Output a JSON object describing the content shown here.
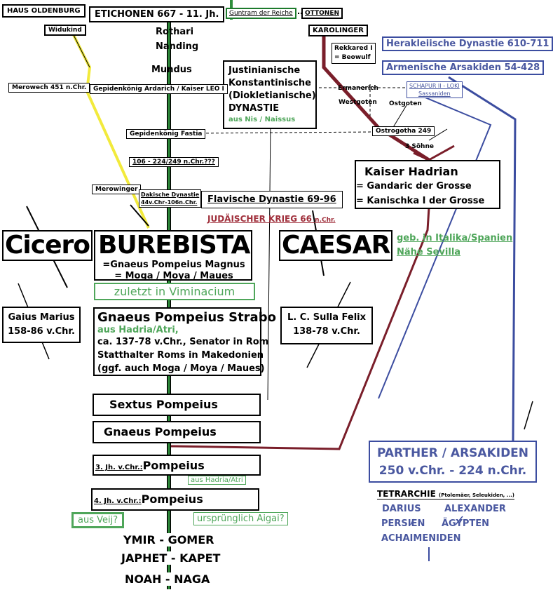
{
  "nodes": {
    "haus_oldenburg": "HAUS OLDENBURG",
    "etichonen": "ETICHONEN 667 - 11. Jh.",
    "guntram": "Guntram der Reiche",
    "ottonen": "OTTONEN",
    "widukind": "Widukind",
    "rothari": "Rothari",
    "nanding": "Nanding",
    "mundus": "Mundus",
    "karolinger": "KAROLINGER",
    "herakleiische": "Herakleiische Dynastie 610-711",
    "rekkared": "Rekkared I",
    "beowulf": "= Beowulf",
    "armenische": "Armenische Arsakiden 54-428",
    "justinianische_1": "Justinianische",
    "justinianische_2": "Konstantinische",
    "justinianische_3": "(Diokletianische)",
    "justinianische_4": "DYNASTIE",
    "aus_nis": "aus Nis / Naissus",
    "merowech": "Merowech 451 n.Chr.",
    "gepidenkoenig_ardarich": "Gepidenkönig Ardarich / Kaiser LEO I",
    "ermanerich": "Ermanerich",
    "westgoten": "Westgoten",
    "ostgoten": "Ostgoten",
    "schapur": "SCHAPUR II - LOKI",
    "sassaniden": "Sassaniden",
    "gepidenkoenig_fastia": "Gepidenkönig Fastia",
    "ostrogotha": "Ostrogotha 249",
    "drei_soehne": "3 Söhne",
    "dates_106": "106 - 224/249 n.Chr.???",
    "hadrian_1": "Kaiser Hadrian",
    "hadrian_2": "= Gandaric der Grosse",
    "hadrian_3": "= Kanischka I der Grosse",
    "merowinger": "Merowinger",
    "dakische_1": "Dakische Dynastie",
    "dakische_2": "44v.Chr-106n.Chr.",
    "flavische": "Flavische Dynastie 69-96",
    "juedischer_krieg": "JUDÄISCHER KRIEG 66",
    "juedischer_krieg_suffix": "n.Chr.",
    "cicero": "Cicero",
    "burebista": "BUREBISTA",
    "caesar": "CAESAR",
    "geb_italika_1": "geb. in Italika/Spanien",
    "geb_italika_2": "Nähe Sevilla",
    "burebista_eq_1": "=Gnaeus Pompeius Magnus",
    "burebista_eq_2": "= Moga / Moya / Maues",
    "zuletzt": "zuletzt in Viminacium",
    "gaius_marius_1": "Gaius Marius",
    "gaius_marius_2": "158-86 v.Chr.",
    "strabo_1": "Gnaeus Pompeius Strabo",
    "strabo_aus": "aus Hadria/Atri,",
    "strabo_2": "ca. 137-78 v.Chr., Senator in Rom",
    "strabo_3": "Statthalter Roms in Makedonien",
    "strabo_4": "(ggf. auch Moga / Moya / Maues)",
    "sulla_1": "L. C. Sulla Felix",
    "sulla_2": "138-78 v.Chr.",
    "sextus": "Sextus Pompeius",
    "gnaeus": "Gnaeus Pompeius",
    "parther_1": "PARTHER / ARSAKIDEN",
    "parther_2": "250 v.Chr. - 224 n.Chr.",
    "pompeius3_prefix": "3. Jh. v.Chr.:",
    "pompeius3_name": "Pompeius",
    "aus_hadria": "aus Hadria/Atri",
    "tetrarchie": "TETRARCHIE",
    "tetrarchie_sub": "(Ptolemäer, Seleukiden, ...)",
    "pompeius4_prefix": "4. Jh. v.Chr.:",
    "pompeius4_name": "Pompeius",
    "darius": "DARIUS",
    "alexander": "ALEXANDER",
    "persien": "PERSIEN",
    "aegypten": "ÄGYPTEN",
    "achaimeniden": "ACHAIMENIDEN",
    "aus_veij": "aus Veij?",
    "urspruenglich": "ursprünglich Aigai?",
    "ymir": "YMIR - GOMER",
    "japhet": "JAPHET - KAPET",
    "noah": "NOAH - NAGA"
  },
  "colors": {
    "trunk_green": "#1d7a2c",
    "blue_line": "#3c4da0",
    "red_line": "#7a1e2a",
    "yellow_line": "#f2ea3c",
    "green_text": "#4fa65a",
    "blue_text": "#4a58a0",
    "red_text": "#a0303c"
  }
}
